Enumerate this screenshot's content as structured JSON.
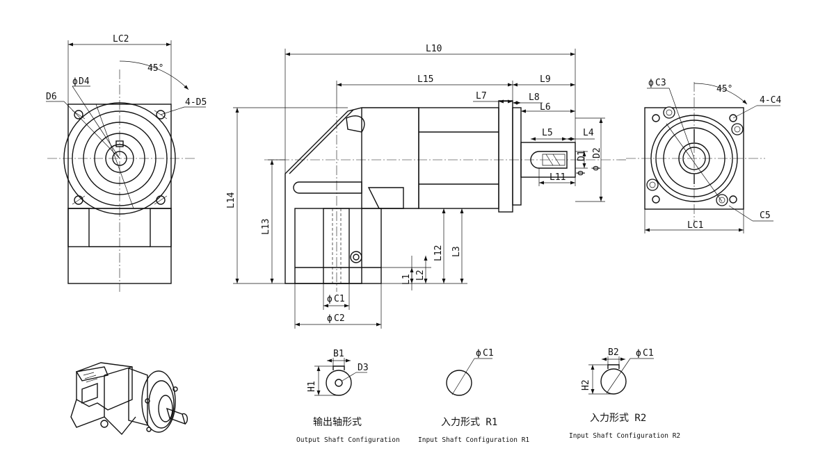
{
  "labels": {
    "LC2": "LC2",
    "deg45_left": "45°",
    "D4": "D4",
    "D6": "D6",
    "D5": "4-D5",
    "L10": "L10",
    "L15": "L15",
    "L9": "L9",
    "L7": "L7",
    "L8": "L8",
    "L6": "L6",
    "L5": "L5",
    "L4": "L4",
    "D1": "D1",
    "D2": "D2",
    "L11": "L11",
    "L14": "L14",
    "L13": "L13",
    "L12": "L12",
    "L3": "L3",
    "L1": "L1",
    "L2": "L2",
    "C1": "C1",
    "C2": "C2",
    "C3": "C3",
    "deg45_right": "45°",
    "C4": "4-C4",
    "C5": "C5",
    "LC1": "LC1",
    "B1": "B1",
    "D3": "D3",
    "H1": "H1",
    "C1_r1": "C1",
    "B2": "B2",
    "C1_r2": "C1",
    "H2": "H2",
    "phi": "ϕ"
  },
  "captions": {
    "output_cn": "输出轴形式",
    "output_en": "Output Shaft Configuration",
    "r1_cn": "入力形式 R1",
    "r1_en": "Input Shaft Configuration R1",
    "r2_cn": "入力形式 R2",
    "r2_en": "Input Shaft Configuration R2"
  }
}
